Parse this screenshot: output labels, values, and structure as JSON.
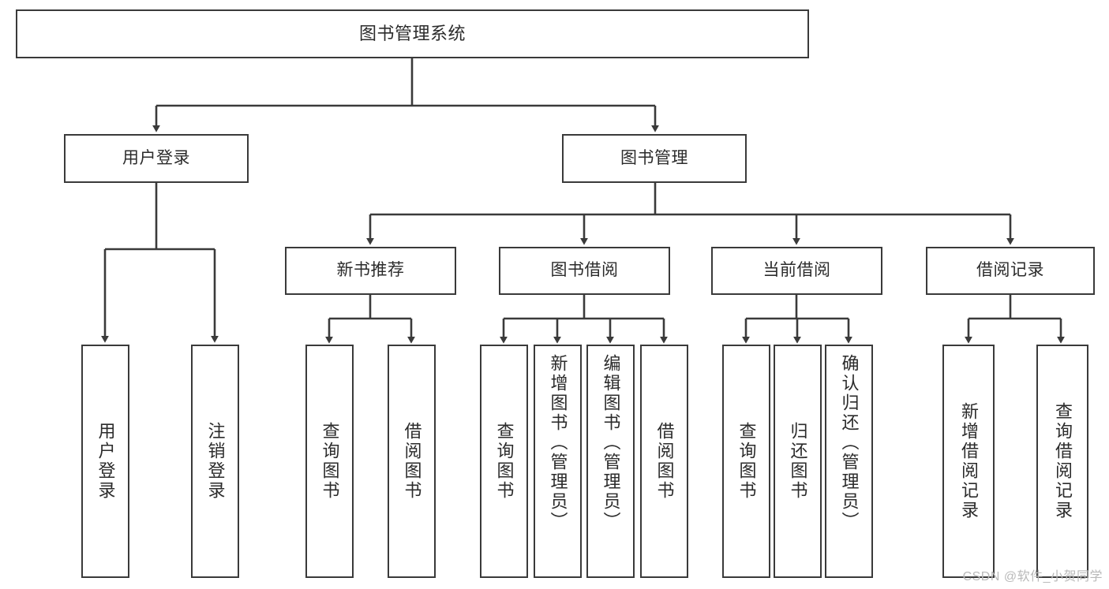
{
  "diagram": {
    "title": "图书管理系统",
    "type": "hierarchy-tree",
    "watermark": "CSDN @软件_小贺同学",
    "colors": {
      "stroke": "#3a3a3a",
      "text": "#2b2b2b",
      "background": "#ffffff",
      "watermark": "#b9b9b9"
    },
    "root": {
      "label": "图书管理系统"
    },
    "level2": [
      {
        "label": "用户登录"
      },
      {
        "label": "图书管理"
      }
    ],
    "level3": [
      {
        "label": "新书推荐"
      },
      {
        "label": "图书借阅"
      },
      {
        "label": "当前借阅"
      },
      {
        "label": "借阅记录"
      }
    ],
    "leaves": {
      "user_login": [
        {
          "label": "用户登录"
        },
        {
          "label": "注销登录"
        }
      ],
      "new_book": [
        {
          "label": "查询图书"
        },
        {
          "label": "借阅图书"
        }
      ],
      "book_borrow": [
        {
          "label": "查询图书"
        },
        {
          "label": "新增图书（管理员）"
        },
        {
          "label": "编辑图书（管理员）"
        },
        {
          "label": "借阅图书"
        }
      ],
      "current_borrow": [
        {
          "label": "查询图书"
        },
        {
          "label": "归还图书"
        },
        {
          "label": "确认归还（管理员）"
        }
      ],
      "borrow_record": [
        {
          "label": "新增借阅记录"
        },
        {
          "label": "查询借阅记录"
        }
      ]
    }
  }
}
